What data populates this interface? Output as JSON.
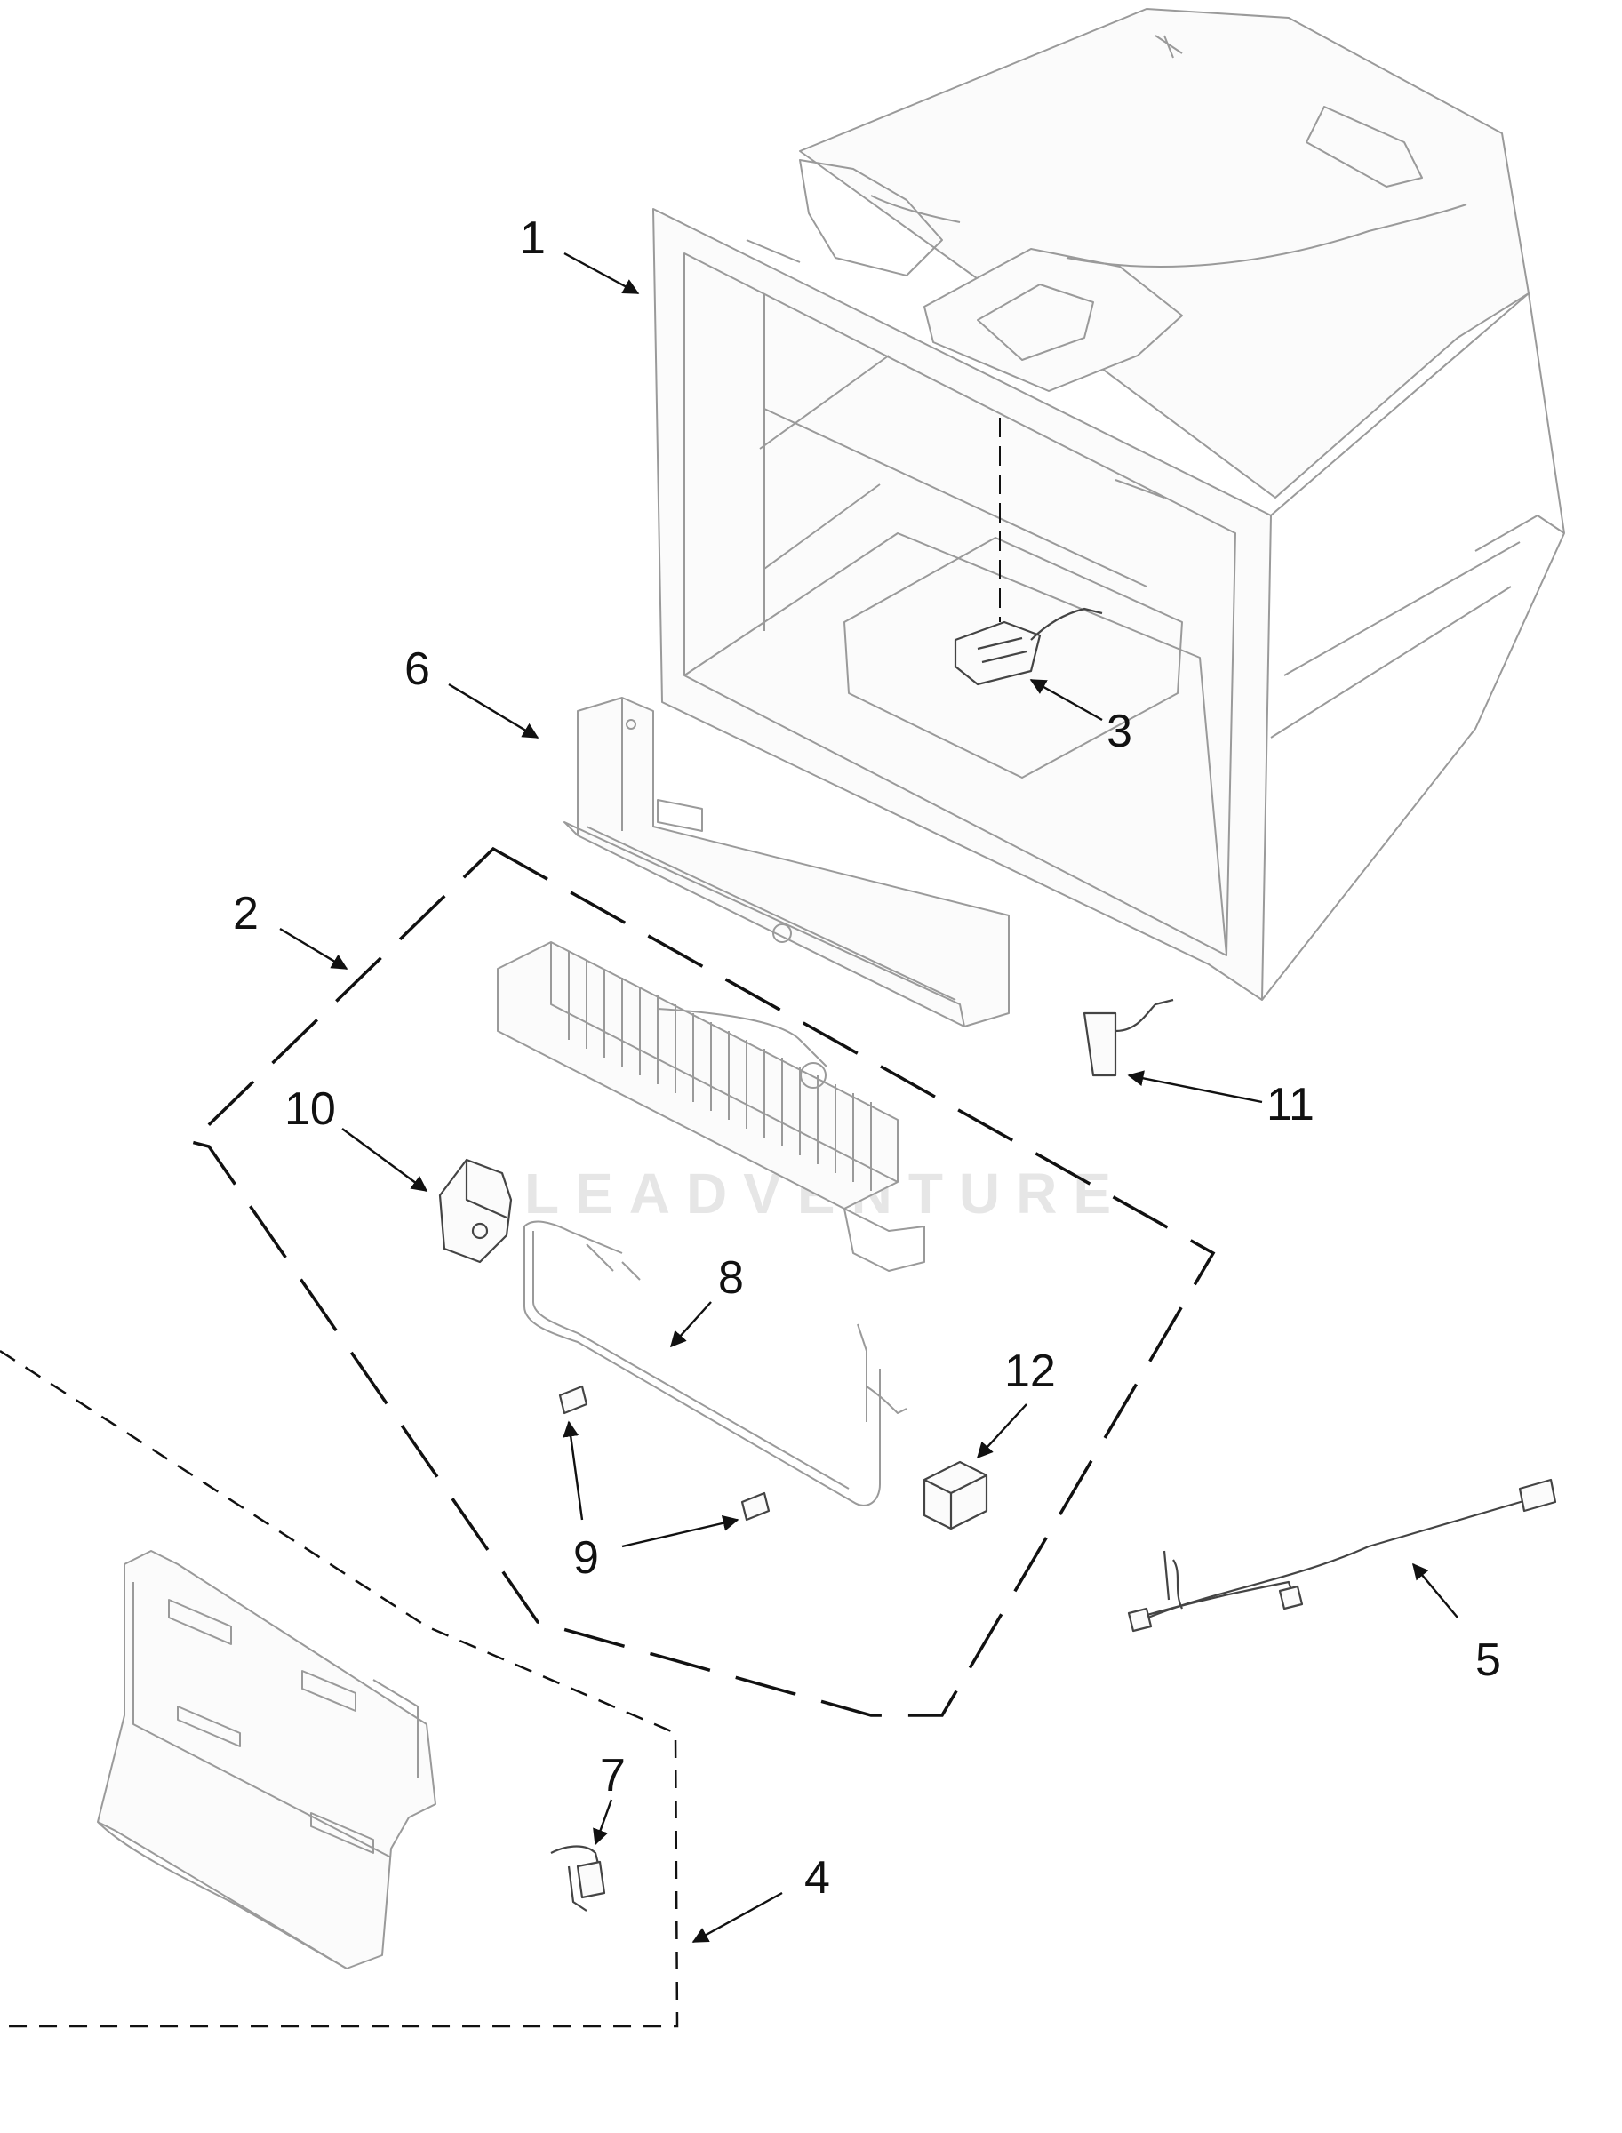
{
  "diagram": {
    "callouts": [
      "1",
      "2",
      "3",
      "4",
      "5",
      "6",
      "7",
      "8",
      "9",
      "10",
      "11",
      "12"
    ]
  },
  "watermark": {
    "text": "LEADVENTURE"
  }
}
